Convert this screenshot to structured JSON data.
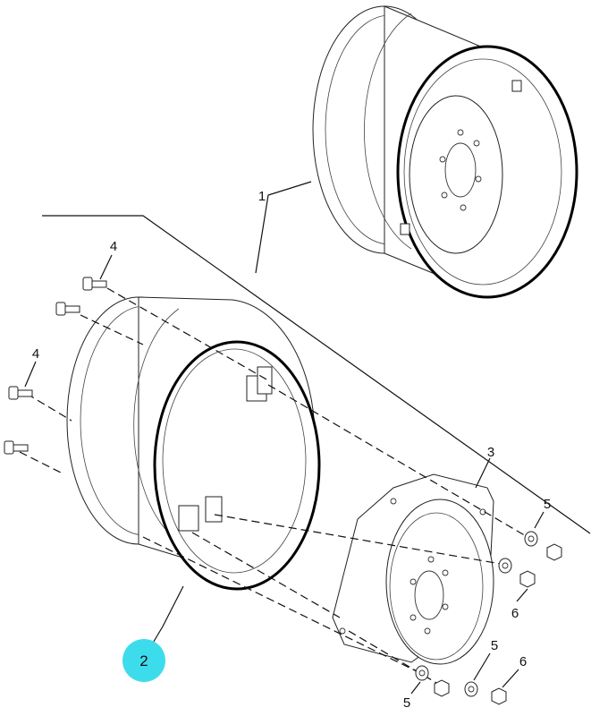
{
  "diagram": {
    "highlight_color": "#3ddcec",
    "callouts": {
      "wheel_upper": "1",
      "wheel_lower": "2",
      "center_disc": "3",
      "bolt_top": "4",
      "bolt_mid": "4",
      "washer_right": "5",
      "nut_right": "6",
      "washer_bottom_right": "5",
      "nut_bottom_right": "6",
      "washer_bottom": "5"
    }
  }
}
